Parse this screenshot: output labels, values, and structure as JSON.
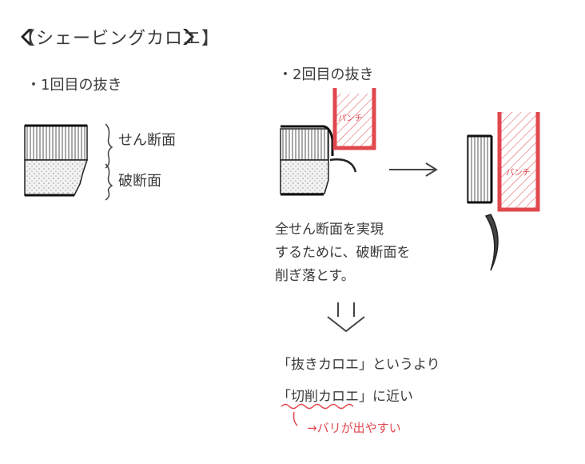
{
  "title": "【シェービングカロエ】",
  "step1": {
    "label": "・1回目の抜き",
    "annotations": {
      "shear": "せん断面",
      "fracture": "破断面"
    }
  },
  "step2": {
    "label": "・2回目の抜き",
    "punch_label": "パンチ",
    "punch_label_after": "パンチ"
  },
  "explanation": {
    "lines": [
      "全せん断面を実現",
      "するために、破断面を",
      "削ぎ落とす。"
    ]
  },
  "conclusion": {
    "line1": "「抜きカロエ」というより",
    "line2": "「切削カロエ」に近い",
    "warning": "→バリが出やすい"
  },
  "colors": {
    "punch": "#e0484e",
    "ink": "#333333",
    "shade": "#bbbbbb"
  }
}
